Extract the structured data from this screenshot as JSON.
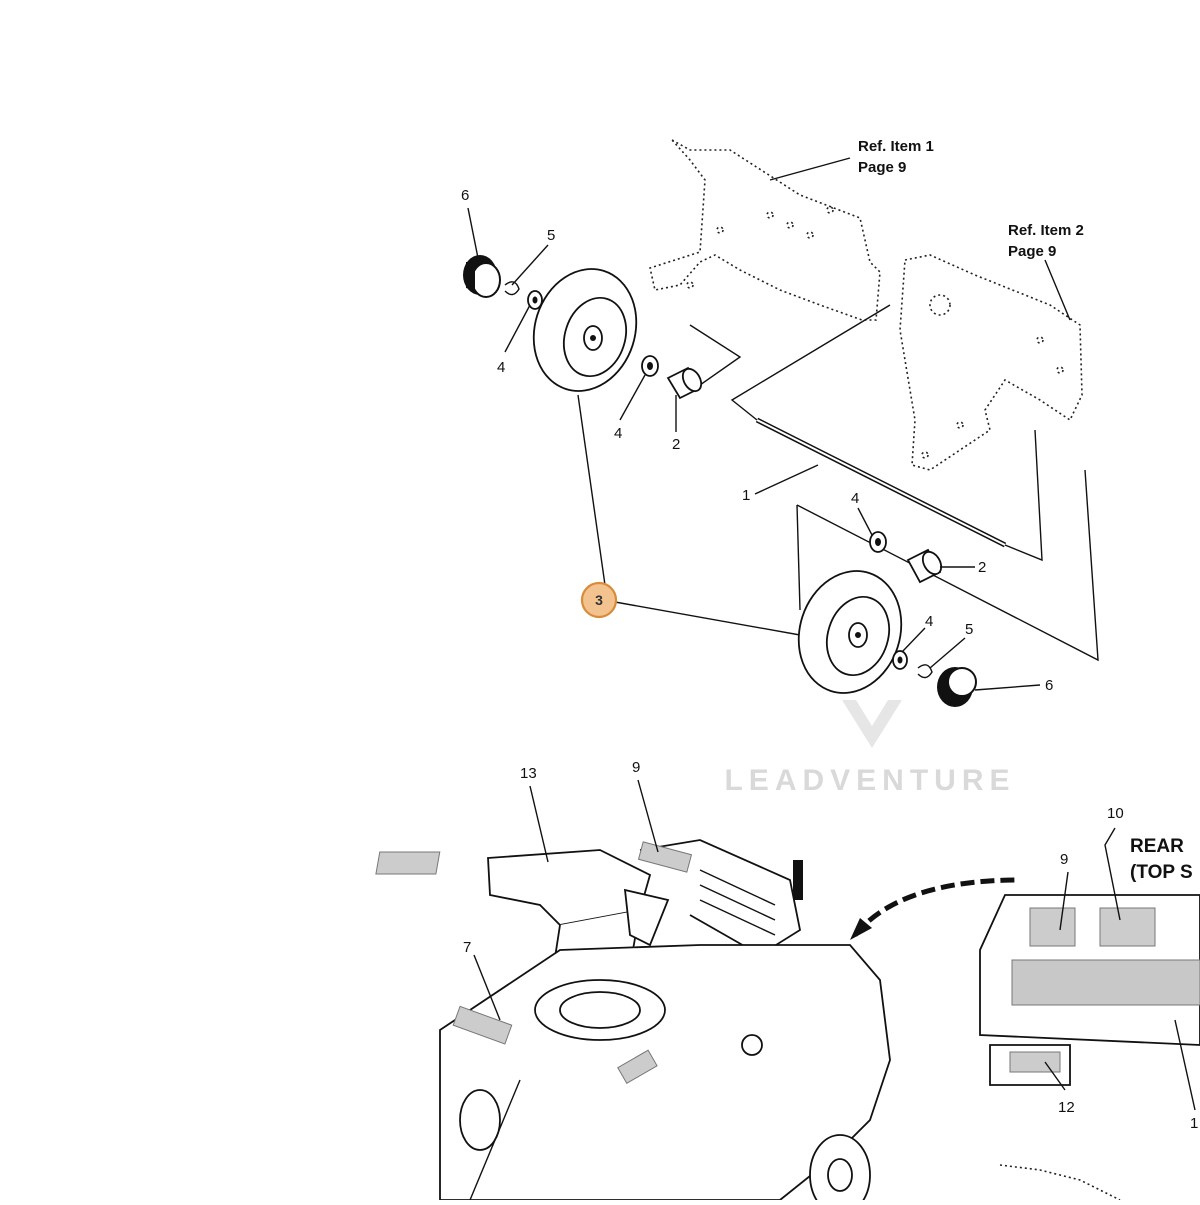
{
  "callouts": {
    "ref1_line1": "Ref. Item 1",
    "ref1_line2": "Page  9",
    "ref2_line1": "Ref. Item 2",
    "ref2_line2": "Page  9",
    "c6a": "6",
    "c5a": "5",
    "c4a": "4",
    "c4b": "4",
    "c2a": "2",
    "c1": "1",
    "c4c": "4",
    "c2b": "2",
    "c3": "3",
    "c4d": "4",
    "c5b": "5",
    "c6b": "6",
    "c13": "13",
    "c9a": "9",
    "c10": "10",
    "c9b": "9",
    "c7": "7",
    "c12": "12",
    "c1b": "1"
  },
  "rear_label": {
    "line1": "REAR",
    "line2": "(TOP S"
  },
  "watermark": "LEADVENTURE",
  "hotspot": {
    "label": "3",
    "color": "#f2c28f"
  }
}
